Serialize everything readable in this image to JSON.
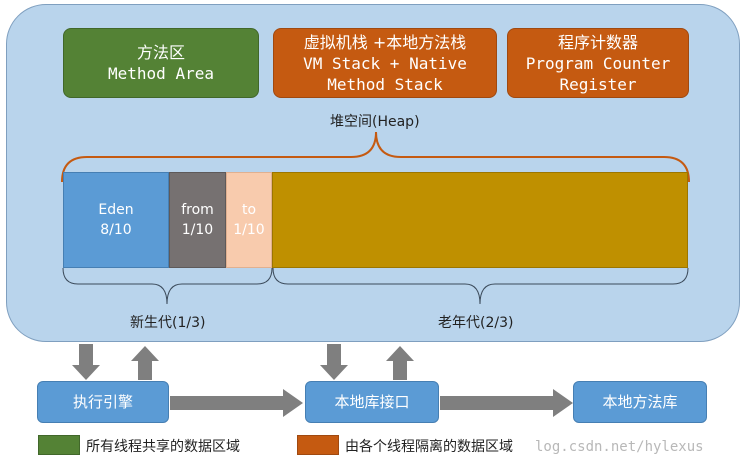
{
  "boxes": {
    "method_area": {
      "line1": "方法区",
      "line2": "Method Area"
    },
    "stack": {
      "line1": "虚拟机栈 +本地方法栈",
      "line2": "VM Stack + Native",
      "line3": "Method Stack"
    },
    "pc": {
      "line1": "程序计数器",
      "line2": "Program Counter",
      "line3": "Register"
    }
  },
  "heap": {
    "label": "堆空间(Heap)",
    "segments": [
      {
        "name": "Eden",
        "ratio": "8/10"
      },
      {
        "name": "from",
        "ratio": "1/10"
      },
      {
        "name": "to",
        "ratio": "1/10"
      }
    ],
    "young_label": "新生代(1/3)",
    "old_label": "老年代(2/3)"
  },
  "bottom": {
    "engine": "执行引擎",
    "native_interface": "本地库接口",
    "native_library": "本地方法库"
  },
  "legend": {
    "shared": "所有线程共享的数据区域",
    "isolated": "由各个线程隔离的数据区域"
  },
  "watermark": "log.csdn.net/hylexus",
  "colors": {
    "shared": "#548235",
    "isolated": "#c55a11",
    "eden": "#5b9bd5",
    "from": "#767171",
    "to": "#f8cbad",
    "old": "#bf9000",
    "brace": "#c55a11",
    "arrow": "#7f7f7f"
  }
}
